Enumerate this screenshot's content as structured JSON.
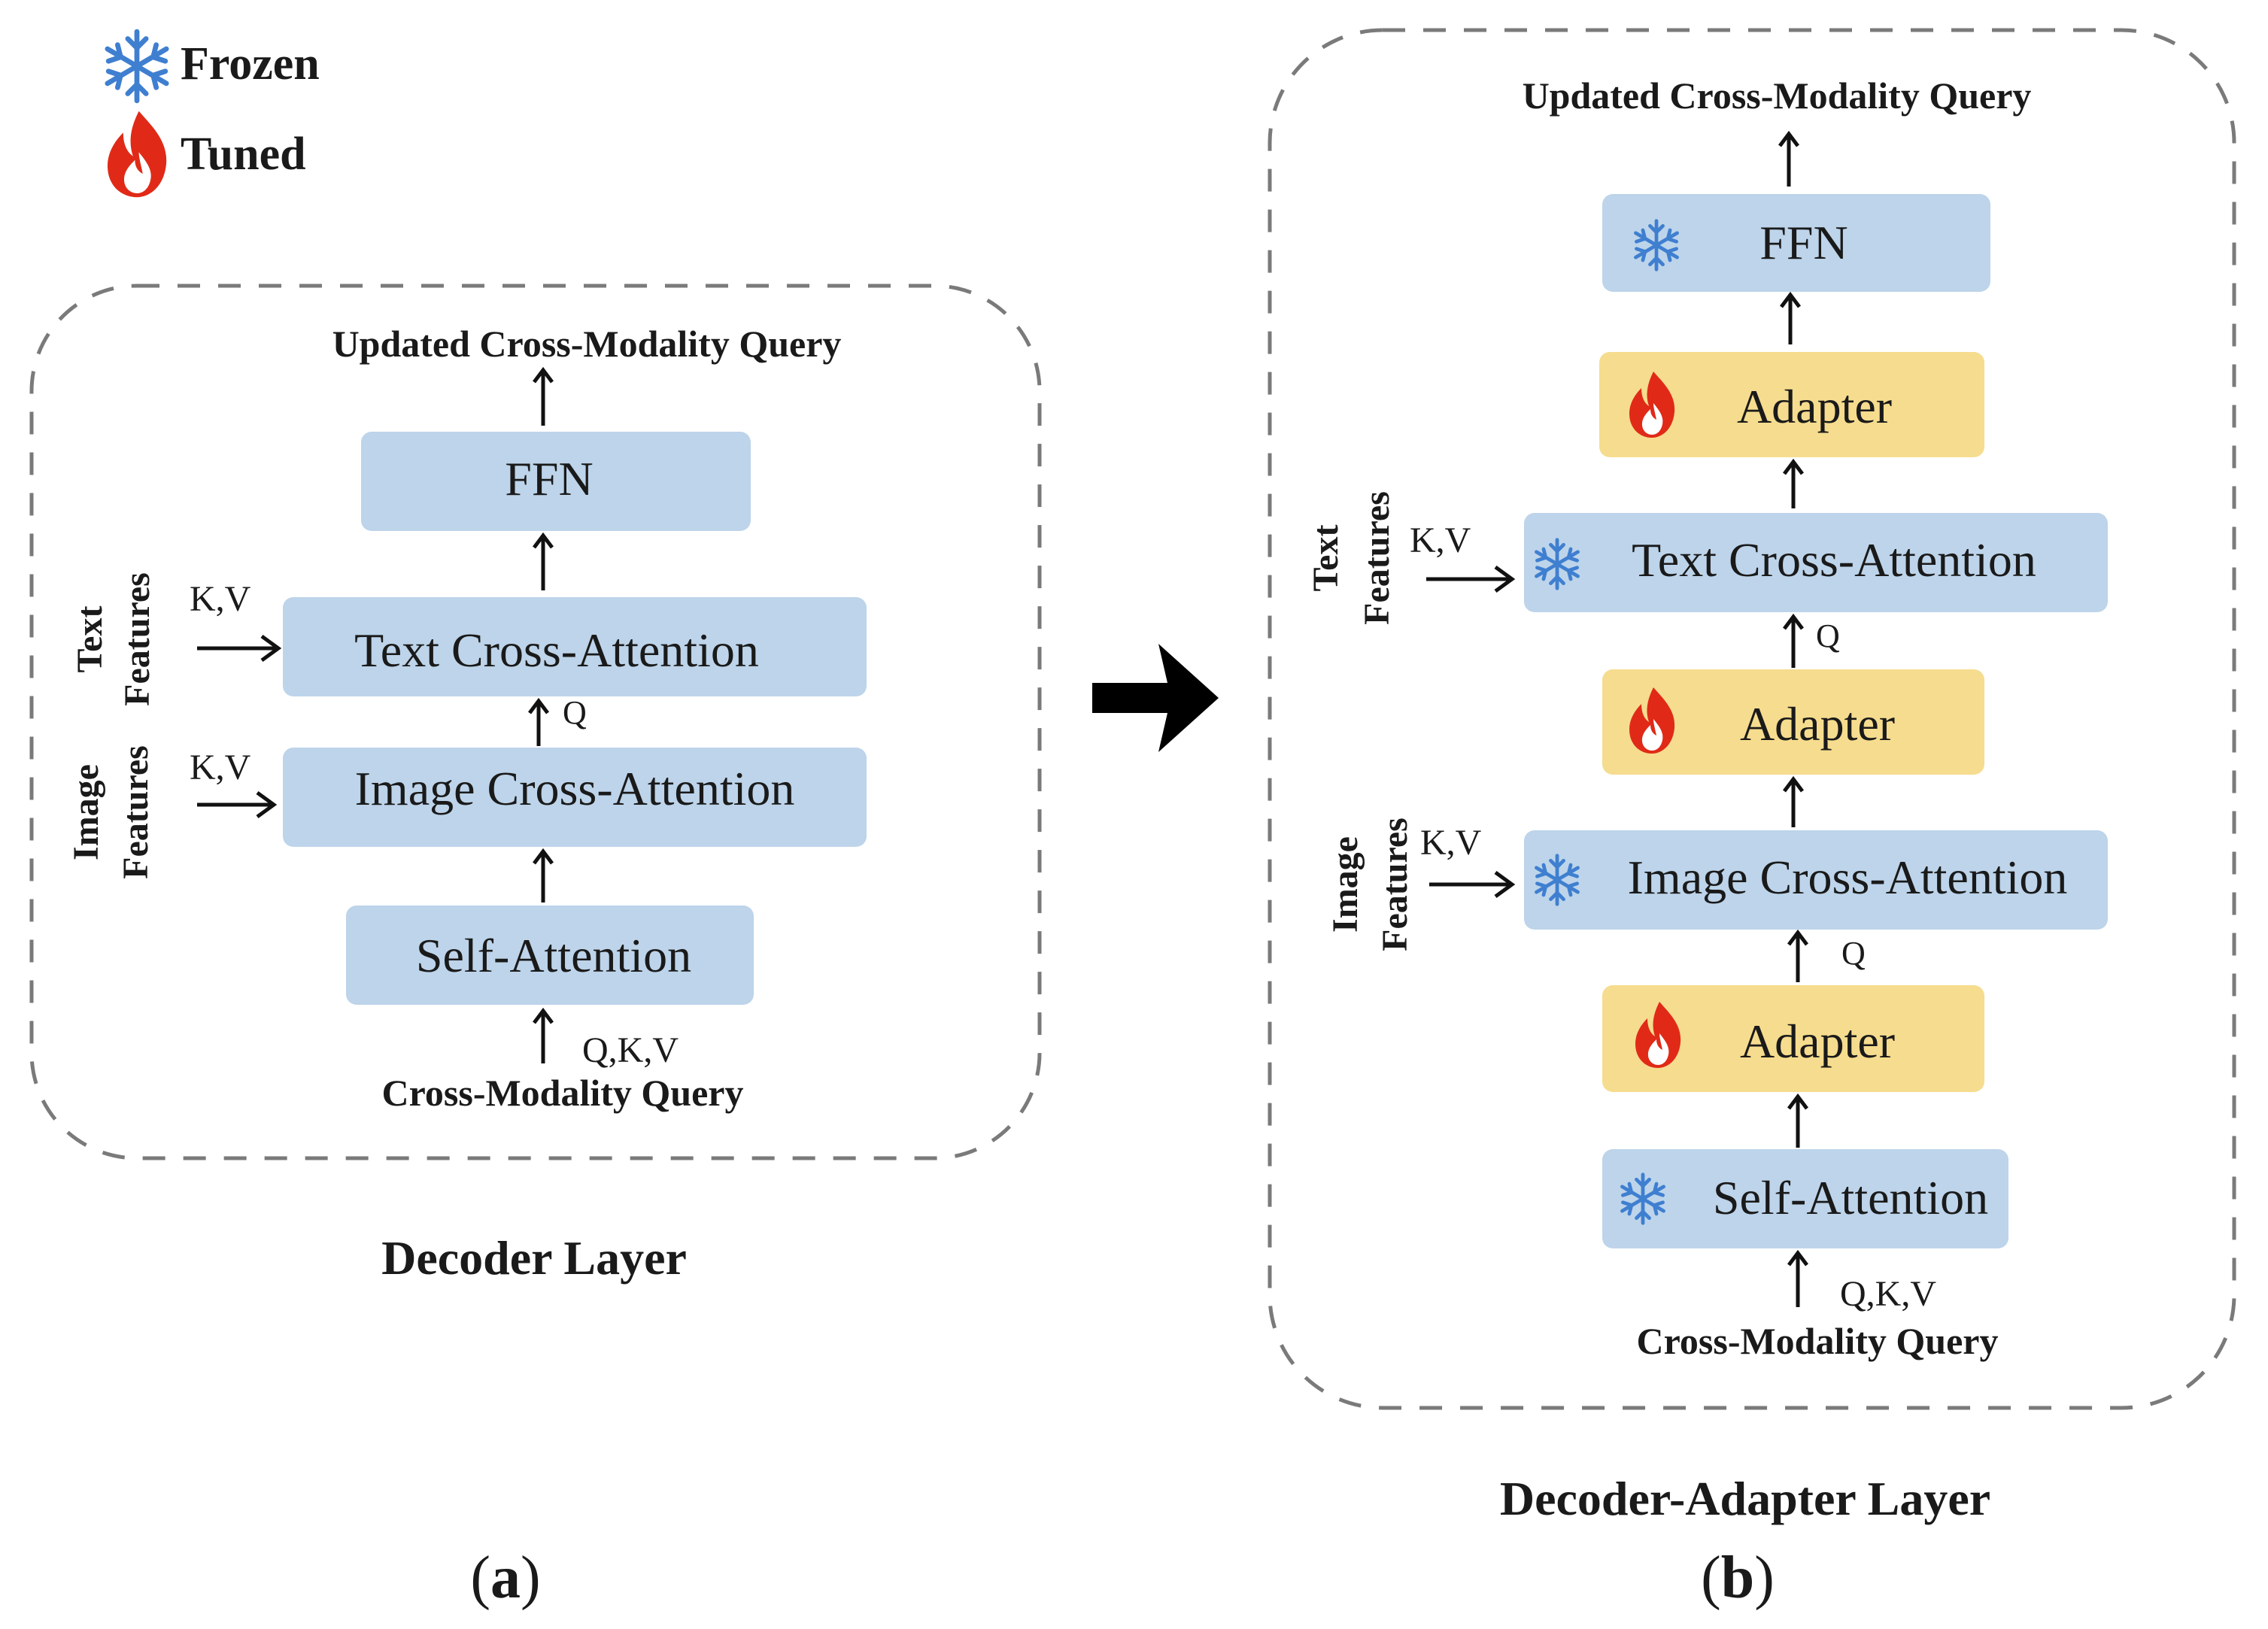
{
  "legend": {
    "frozen_label": "Frozen",
    "tuned_label": "Tuned",
    "frozen_icon": "snowflake-icon",
    "tuned_icon": "flame-icon"
  },
  "panel_a": {
    "output_label": "Updated Cross-Modality Query",
    "input_label": "Cross-Modality Query",
    "input_port": "Q,K,V",
    "ffn": "FFN",
    "text_cross_attention": "Text Cross-Attention",
    "image_cross_attention": "Image Cross-Attention",
    "self_attention": "Self-Attention",
    "text_kv": "K,V",
    "image_kv": "K,V",
    "q_label": "Q",
    "text_features_line1": "Text",
    "text_features_line2": "Features",
    "image_features_line1": "Image",
    "image_features_line2": "Features",
    "caption": "Decoder Layer",
    "sub_label": "(a)",
    "sub_letter": "a"
  },
  "panel_b": {
    "output_label": "Updated Cross-Modality Query",
    "input_label": "Cross-Modality Query",
    "input_port": "Q,K,V",
    "ffn": "FFN",
    "adapter_top": "Adapter",
    "text_cross_attention": "Text Cross-Attention",
    "adapter_middle": "Adapter",
    "image_cross_attention": "Image Cross-Attention",
    "adapter_bottom": "Adapter",
    "self_attention": "Self-Attention",
    "text_kv": "K,V",
    "image_kv": "K,V",
    "q_label_upper": "Q",
    "q_label_lower": "Q",
    "text_features_line1": "Text",
    "text_features_line2": "Features",
    "image_features_line1": "Image",
    "image_features_line2": "Features",
    "caption": "Decoder-Adapter Layer",
    "sub_label": "(b)",
    "sub_letter": "b"
  },
  "colors": {
    "frozen_box": "#bdd4ea",
    "tuned_box": "#f6dc8e",
    "snowflake": "#3f7fd0",
    "flame": "#e02a17"
  }
}
